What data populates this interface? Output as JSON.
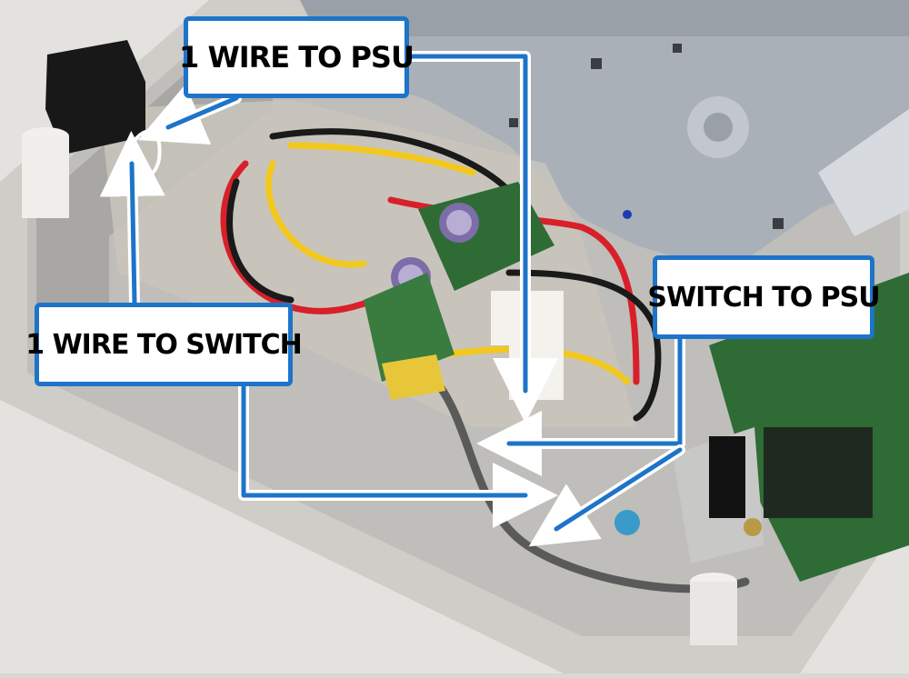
{
  "labels": {
    "wire_to_psu": "1 WIRE TO PSU",
    "wire_to_switch": "1 WIRE TO SWITCH",
    "switch_to_psu": "SWITCH TO PSU"
  },
  "colors": {
    "annotation_blue": "#1d74c9",
    "label_background": "#ffffff",
    "label_text": "#000000",
    "wire_red": "#d8202a",
    "wire_yellow": "#f2c81e",
    "wire_black": "#1a1a1a",
    "pcb_green": "#2f6b35",
    "console_shell": "#d2d0cb",
    "metal_shield": "#aab0b8"
  }
}
